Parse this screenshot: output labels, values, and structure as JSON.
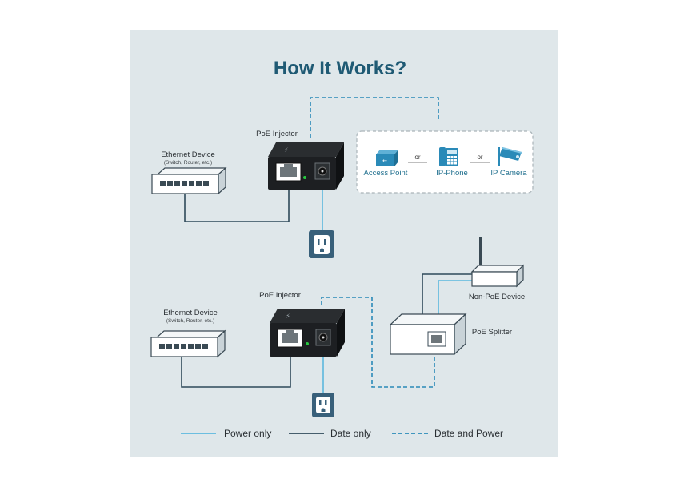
{
  "title": "How It Works?",
  "top": {
    "ethernet_device": {
      "label": "Ethernet Device",
      "sublabel": "(Switch, Router, etc.)"
    },
    "injector": {
      "label": "PoE Injector"
    },
    "devices_box": {
      "items": [
        {
          "label": "Access Point",
          "icon": "access-point-icon"
        },
        {
          "label": "IP-Phone",
          "icon": "ip-phone-icon"
        },
        {
          "label": "IP Camera",
          "icon": "ip-camera-icon"
        }
      ],
      "separator": "or"
    }
  },
  "bottom": {
    "ethernet_device": {
      "label": "Ethernet Device",
      "sublabel": "(Switch, Router, etc.)"
    },
    "injector": {
      "label": "PoE Injector"
    },
    "non_poe_device": {
      "label": "Non-PoE Device"
    },
    "splitter": {
      "label": "PoE Splitter"
    }
  },
  "legend": [
    {
      "label": "Power only",
      "style": "solid",
      "color": "#5bb8de"
    },
    {
      "label": "Date only",
      "style": "solid",
      "color": "#2f4a5a"
    },
    {
      "label": "Date and Power",
      "style": "dashed",
      "color": "#2a8ab8"
    }
  ],
  "colors": {
    "panel_bg": "#dfe7ea",
    "title": "#1f5a74",
    "icon_teal": "#2a8ab8",
    "outlet_bg": "#38607a",
    "data_line": "#2f4a5a",
    "power_line": "#5bb8de",
    "poe_line": "#2a8ab8"
  }
}
